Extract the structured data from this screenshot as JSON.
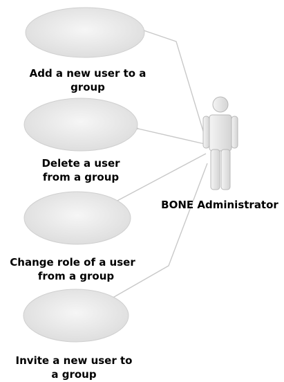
{
  "actor": {
    "name": "BONE Administrator"
  },
  "use_cases": [
    {
      "line1": "Add a new user to a",
      "line2": "group"
    },
    {
      "line1": "Delete a user",
      "line2": "from a group"
    },
    {
      "line1": "Change role of a user",
      "line2": "from a group"
    },
    {
      "line1": "Invite a new user to",
      "line2": "a group"
    }
  ],
  "colors": {
    "line": "#c8c8c8",
    "usecase_fill": "#e8e8e8",
    "usecase_stroke": "#cfcfcf",
    "text": "#000000"
  }
}
